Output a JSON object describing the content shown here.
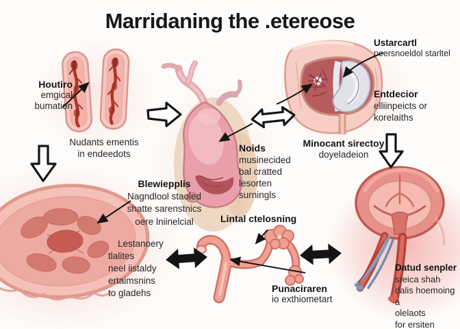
{
  "title": "Marridaning the .etereose",
  "labels": {
    "houtiro": {
      "head": "Houtiro",
      "lines": [
        "emgical",
        "bumation"
      ]
    },
    "nudants": {
      "lines": [
        "Nudants ementis",
        "in endeedots"
      ]
    },
    "blewiepplis": {
      "head": "Blewiepplis",
      "lines": [
        "Nagndlool staoled",
        "shatte sarenstnics",
        "oere lniinelcial"
      ]
    },
    "lestanoery": {
      "lines": [
        "Lestanoery",
        "tlalites",
        "neel iistaldy",
        "ertaimsnins",
        "to gladehs"
      ]
    },
    "noids": {
      "head": "Noids",
      "lines": [
        "musinecided",
        "bal cratted",
        "lesorten",
        "surningls"
      ]
    },
    "ustarcartl": {
      "head": "Ustarcartl",
      "lines": [
        "peersnoeldol starltel"
      ]
    },
    "entdecior": {
      "head": "Entdecior",
      "lines": [
        "elliinpeicts or",
        "korelaiths"
      ]
    },
    "minocant": {
      "head": "Minocant sirectoy",
      "lines": [
        "doyeladeion"
      ]
    },
    "lintal": {
      "head": "Lintal ctelosning"
    },
    "punaciraren": {
      "head": "Punaciraren",
      "lines": [
        "io exthiometart"
      ]
    },
    "datud": {
      "head": "Datud senpler",
      "lines": [
        "sreica shah",
        "dalis hoemoing a",
        "olelaots",
        "for ersiten"
      ]
    }
  },
  "colors": {
    "background": "#fdfcfb",
    "title_text": "#171717",
    "label_text": "#262626",
    "organ_pink_light": "#f6c3bb",
    "organ_pink_mid": "#e9a0aa",
    "organ_deep_red": "#b8453c",
    "cavity_red": "#b85b5e",
    "sac_white": "#e1e1ea",
    "vessel_blue": "#7b97bb",
    "arrow_black": "#141414"
  }
}
